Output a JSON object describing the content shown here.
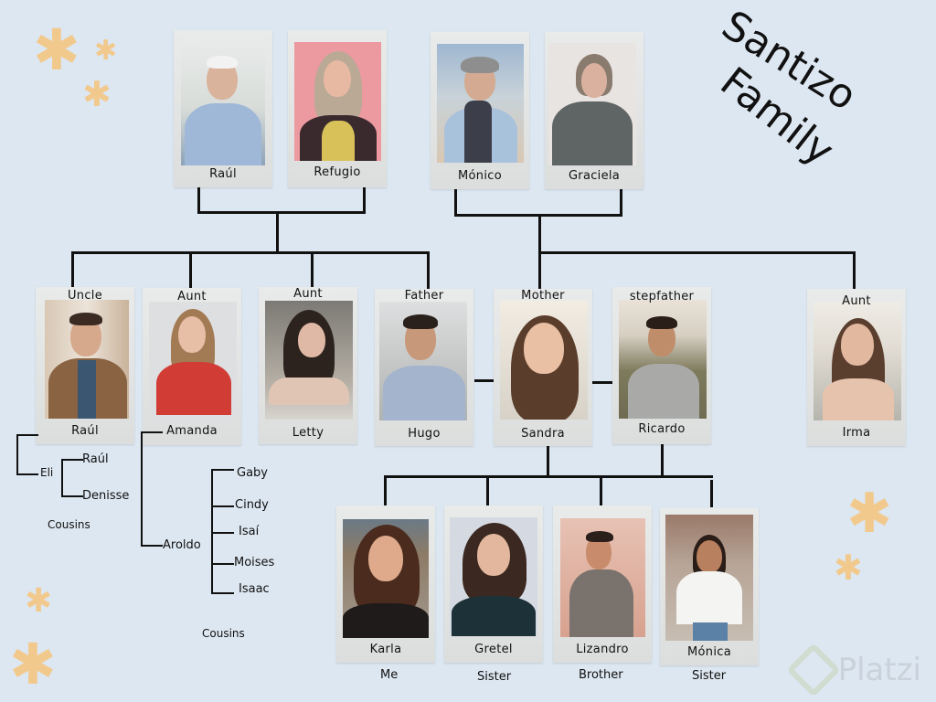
{
  "title": {
    "line1": "Santizo",
    "line2": "Family"
  },
  "colors": {
    "background": "#dde7f1",
    "card": "#e4e6e5",
    "line": "#111111",
    "star": "#f2c98d",
    "watermark": "#c9d2da"
  },
  "grandparents": [
    {
      "name": "Raúl"
    },
    {
      "name": "Refugio"
    },
    {
      "name": "Mónico"
    },
    {
      "name": "Graciela"
    }
  ],
  "parents_row": [
    {
      "role": "Uncle",
      "name": "Raúl"
    },
    {
      "role": "Aunt",
      "name": "Amanda"
    },
    {
      "role": "Aunt",
      "name": "Letty"
    },
    {
      "role": "Father",
      "name": "Hugo"
    },
    {
      "role": "Mother",
      "name": "Sandra"
    },
    {
      "role": "stepfather",
      "name": "Ricardo"
    },
    {
      "role": "Aunt",
      "name": "Irma"
    }
  ],
  "children_row": [
    {
      "name": "Karla",
      "relation": "Me"
    },
    {
      "name": "Gretel",
      "relation": "Sister"
    },
    {
      "name": "Lizandro",
      "relation": "Brother"
    },
    {
      "name": "Mónica",
      "relation": "Sister"
    }
  ],
  "raul_branch": {
    "spouse": "Eli",
    "children": [
      "Raúl",
      "Denisse"
    ],
    "caption": "Cousins"
  },
  "amanda_branch": {
    "spouse": "Aroldo",
    "children": [
      "Gaby",
      "Cindy",
      "Isaí",
      "Moises",
      "Isaac"
    ],
    "caption": "Cousins"
  },
  "watermark": {
    "text": "Platzi"
  },
  "decor": {
    "star_glyph": "✱"
  }
}
